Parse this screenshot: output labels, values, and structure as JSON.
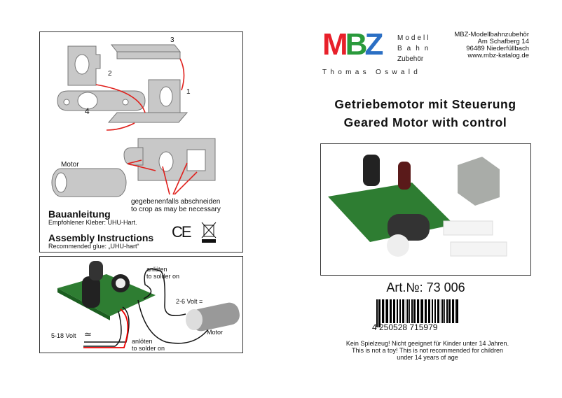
{
  "assembly": {
    "step_labels": [
      "3",
      "2",
      "1",
      "4"
    ],
    "motor_label": "Motor",
    "crop_de": "gegebenenfalls abschneiden",
    "crop_en": "to crop as may be necessary",
    "heading_de": "Bauanleitung",
    "glue_de": "Empfohlener Kleber: UHU-Hart.",
    "heading_en": "Assembly Instructions",
    "glue_en": "Recommended glue: „UHU-hart“",
    "ce_mark": "CE"
  },
  "wiring": {
    "solder_top_de": "anlöten",
    "solder_top_en": "to solder on",
    "motor_voltage": "2-6 Volt =",
    "motor_label": "Motor",
    "input_voltage": "5-18 Volt",
    "ac_symbol": "≃",
    "solder_bottom_de": "anlöten",
    "solder_bottom_en": "to solder on"
  },
  "brand": {
    "logo_letters": "MBZ",
    "logo_words": [
      "Modell",
      "Bahn",
      "Zubehör"
    ],
    "owner": "Thomas Oswald",
    "colors": {
      "m": "#e8202a",
      "b": "#2a9a3c",
      "z": "#2b6fc4"
    }
  },
  "address": [
    "MBZ-Modellbahnzubehör",
    "Am Schafberg 14",
    "96489 Niederfüllbach",
    "www.mbz-katalog.de"
  ],
  "product": {
    "title_de": "Getriebemotor mit Steuerung",
    "title_en": "Geared Motor with control",
    "article": "Art.№: 73 006",
    "barcode": "4 250528 715979"
  },
  "warning": [
    "Kein Spielzeug! Nicht geeignet für Kinder unter 14 Jahren.",
    "This is not a toy! This is not recommended for children",
    "under 14 years of age"
  ]
}
